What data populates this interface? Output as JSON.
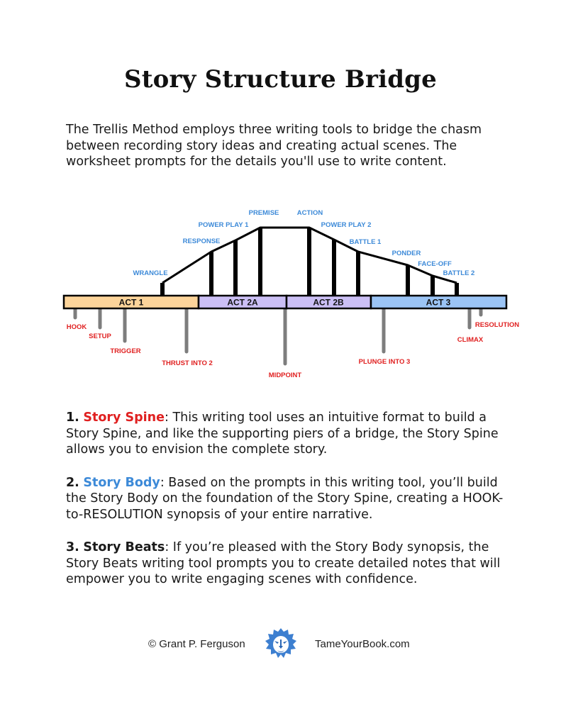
{
  "title": "Story Structure Bridge",
  "intro": "The Trellis Method employs three writing tools to bridge the chasm between recording story ideas and creating actual scenes. The worksheet prompts for the details you'll use to write content.",
  "diagram": {
    "acts": [
      {
        "label": "ACT 1",
        "color": "#fcd49a"
      },
      {
        "label": "ACT 2A",
        "color": "#cbbff5"
      },
      {
        "label": "ACT 2B",
        "color": "#cbbff5"
      },
      {
        "label": "ACT 3",
        "color": "#9bc4f5"
      }
    ],
    "upper_beats": [
      {
        "label": "WRANGLE"
      },
      {
        "label": "RESPONSE"
      },
      {
        "label": "POWER PLAY 1"
      },
      {
        "label": "PREMISE"
      },
      {
        "label": "ACTION"
      },
      {
        "label": "POWER PLAY 2"
      },
      {
        "label": "BATTLE 1"
      },
      {
        "label": "PONDER"
      },
      {
        "label": "FACE-OFF"
      },
      {
        "label": "BATTLE 2"
      }
    ],
    "lower_beats": [
      {
        "label": "HOOK"
      },
      {
        "label": "SETUP"
      },
      {
        "label": "TRIGGER"
      },
      {
        "label": "THRUST INTO 2"
      },
      {
        "label": "MIDPOINT"
      },
      {
        "label": "PLUNGE INTO 3"
      },
      {
        "label": "CLIMAX"
      },
      {
        "label": "RESOLUTION"
      }
    ],
    "colors": {
      "upper": "#3d8ad8",
      "lower": "#e02020",
      "pier": "#7d7d7d",
      "line": "#000000"
    }
  },
  "tools": [
    {
      "num": "1.",
      "name": "Story Spine",
      "text": ": This writing tool uses an intuitive format to build a Story Spine, and like the supporting piers of a bridge, the Story Spine allows you to envision the complete story."
    },
    {
      "num": "2.",
      "name": "Story Body",
      "text": ": Based on the prompts in this writing tool, you’ll build the Story Body on the foundation of the Story Spine, creating a HOOK-to-RESOLUTION synopsis of your entire narrative."
    },
    {
      "num": "3.",
      "name": "Story Beats",
      "text": ": If you’re pleased with the Story Body synopsis, the Story Beats writing tool prompts you to create detailed notes that will empower you to write engaging scenes with confidence."
    }
  ],
  "footer": {
    "copyright": "© Grant P. Ferguson",
    "website": "TameYourBook.com",
    "logo_icon": "lion-head-icon"
  }
}
